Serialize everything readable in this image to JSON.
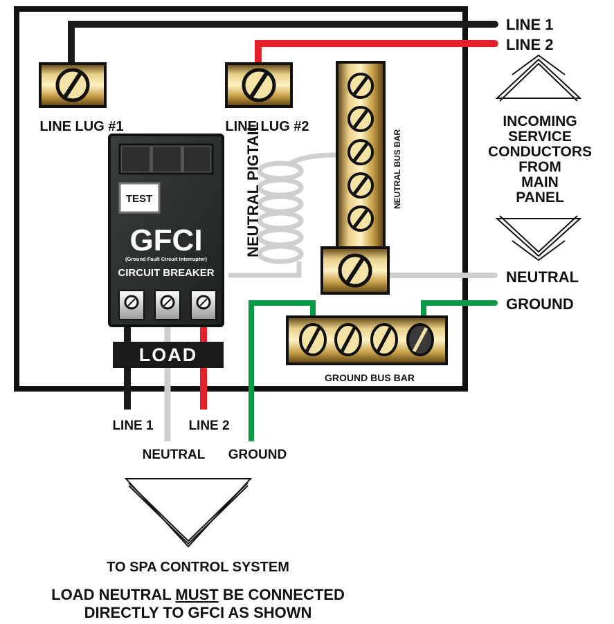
{
  "incoming": {
    "line1": "LINE 1",
    "line2": "LINE 2",
    "neutral": "NEUTRAL",
    "ground": "GROUND",
    "service_lines": [
      "INCOMING",
      "SERVICE",
      "CONDUCTORS",
      "FROM",
      "MAIN",
      "PANEL"
    ]
  },
  "lugs": {
    "lug1": "LINE LUG #1",
    "lug2": "LINE LUG #2"
  },
  "gfci": {
    "test": "TEST",
    "title": "GFCI",
    "subtitle": "(Ground Fault Circuit Interrupter)",
    "breaker": "CIRCUIT BREAKER",
    "load": "LOAD"
  },
  "bus_bars": {
    "neutral_pigtail": "NEUTRAL PIGTAIL",
    "neutral_bus": "NEUTRAL BUS BAR",
    "ground_bus": "GROUND BUS BAR"
  },
  "outputs": {
    "line1": "LINE 1",
    "line2": "LINE 2",
    "neutral": "NEUTRAL",
    "ground": "GROUND"
  },
  "footer": {
    "to_spa": "TO SPA CONTROL SYSTEM",
    "note_pre": "LOAD NEUTRAL ",
    "note_emph": "MUST",
    "note_post": " BE CONNECTED",
    "note_line2": "DIRECTLY TO GFCI AS SHOWN"
  },
  "colors": {
    "line1_wire": "#1a1a1a",
    "line2_wire": "#e8202a",
    "neutral_wire": "#cfcfcf",
    "ground_wire": "#0a9a48",
    "brass": "#c9a24a"
  }
}
